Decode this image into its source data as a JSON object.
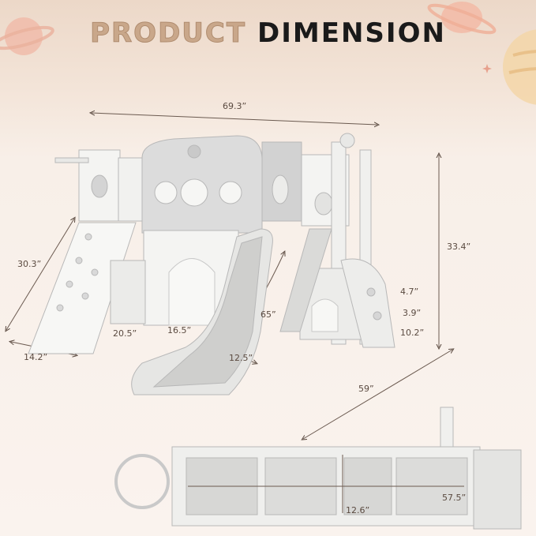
{
  "title": {
    "part1": "PRODUCT",
    "part2": "DIMENSION"
  },
  "dimensions": {
    "total_width": "69.3”",
    "height": "33.4”",
    "depth": "59”",
    "climber_length": "30.3”",
    "climber_width": "14.2”",
    "arch_width": "20.5”",
    "arch_height": "16.5”",
    "slide_length": "65”",
    "slide_width": "12.5”",
    "step_1": "4.7”",
    "step_2": "3.9”",
    "step_3": "10.2”",
    "platform_width": "12.6”",
    "platform_length": "57.5”"
  },
  "colors": {
    "background": "#f6ece4",
    "title_accent": "#c9a78a",
    "title_dark": "#1a1a1a",
    "product_white": "#f2f2f0",
    "product_gray": "#cfcfcf"
  }
}
